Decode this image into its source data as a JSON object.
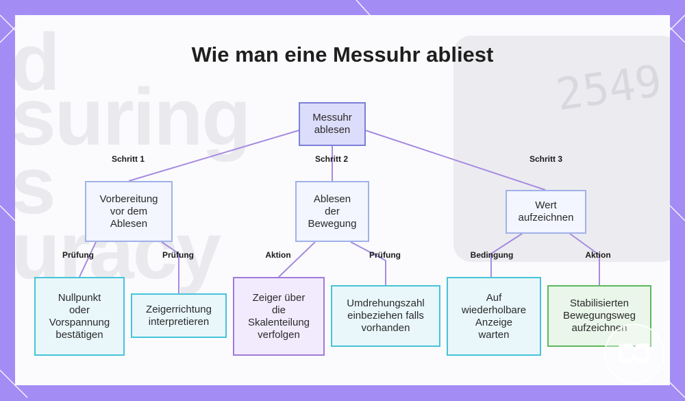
{
  "title": "Wie man eine Messuhr abliest",
  "background": {
    "words": [
      "d",
      "suring",
      "s",
      "uracy"
    ],
    "digits": "2549"
  },
  "colors": {
    "frame": "#a48cf5",
    "edge": "#a58ae0",
    "root_fill": "#dcdcfb",
    "cyan_border": "#45c4d8",
    "purple_border": "#a07ad8",
    "green_border": "#5cb85c"
  },
  "nodes": {
    "root": "Messuhr\nablesen",
    "step1": "Vorbereitung\nvor dem\nAblesen",
    "step2": "Ablesen\nder\nBewegung",
    "step3": "Wert\naufzeichnen",
    "leaf1": "Nullpunkt\noder\nVorspannung\nbestätigen",
    "leaf2": "Zeigerrichtung\ninterpretieren",
    "leaf3": "Zeiger über\ndie\nSkalenteilung\nverfolgen",
    "leaf4": "Umdrehungszahl\neinbeziehen falls\nvorhanden",
    "leaf5": "Auf\nwiederholbare\nAnzeige\nwarten",
    "leaf6": "Stabilisierten\nBewegungsweg\naufzeichnen"
  },
  "edge_labels": {
    "root_step1": "Schritt 1",
    "root_step2": "Schritt 2",
    "root_step3": "Schritt 3",
    "step1_leaf1": "Prüfung",
    "step1_leaf2": "Prüfung",
    "step2_leaf3": "Aktion",
    "step2_leaf4": "Prüfung",
    "step3_leaf5": "Bedingung",
    "step3_leaf6": "Aktion"
  }
}
